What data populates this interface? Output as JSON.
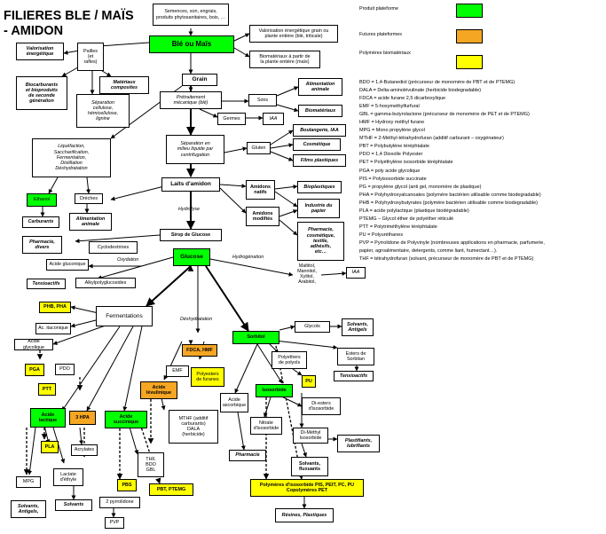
{
  "title": "FILIERES BLE / MAÏS\n- AMIDON",
  "legend": [
    {
      "label": "Produit plateforme",
      "color": "#00ff00"
    },
    {
      "label": "Futures plateformes",
      "color": "#f5a623"
    },
    {
      "label": "Polymères biomatériaux",
      "color": "#ffff00"
    }
  ],
  "abbreviations": [
    "BDO = 1,4-Butanediol (précurseur de monomère de PBT et de PTEMG)",
    "DALA = Delta-aminolévulinate (herbicide biodegradable)",
    "FDCA = acide furane 2,5 dicarboxylique",
    "EMF = 5-hoxymethylfurfural",
    "GBL = gamma-butyrolactone (précurseur de monomère de PET et de PTEMG)",
    "HMF = Hydroxy méthyl furane",
    "MPG = Mono propylène glycol",
    "MTHF = 2-Méthyl-tétrahydrofuran (additif carburant – oxygénateur)",
    "PBT = Polybutylène téréphtalate",
    "PDO = 1,4 Dioxolle Polyester",
    "PET = Polyéthylène isosorbide téréphtalate",
    "PGA = poly acide glycolique",
    "PIS = Polyisosorbide succinate",
    "PG = propylène glycol (anti gel, monomère de plastique)",
    "PHA = Polyhydroxyalcanoates (polymère bactérien utilisable comme biodegradable)",
    "PHB = Polyhydroxybutyrates (polymère bactérien utilisable comme biodegradable)",
    "PLA = acide polylactique (plastique biodégradable)",
    "PTEMG – Glycol éther de polyéther réticulé",
    "PTT = Polytriméthylène téréphtalate",
    "PU = Polyuréthanes",
    "PVP = Pyrrolidone de Polyvinyle (nombreuses applications en pharmacie, parfumerie,",
    "papier, agroalimentaire, detergents, comme liant, humectant…).",
    "THF = tétrahydrofuran (solvant, précurseur de monomère de PBT et de PTEMG)"
  ],
  "nodes": {
    "n1": "Semences, son, engrais,\nproduits phytosanitaires, bois, …",
    "n2": "Blé ou Maïs",
    "n3": "Valorisation énergétique grain ou\nplante entière (blé, triticale)",
    "n4": "Biomatériaux à partir de\nla plante entière (maïs)",
    "n5": "Valorisation\nénergétique",
    "n6": "Pailles\n(et\nrafles)",
    "n7": "Biocarburants\net bioproduits\nde seconde\ngénération",
    "n8": "Matériaux\ncomposites",
    "n9": "Séparation\ncellulose,\nhémicellulose,\nlignine",
    "n10": "Grain",
    "n11": "Prétraitement\nmécanique (blé)",
    "n12": "Sons",
    "n13": "Alimentation\nanimale",
    "n14": "Biomatériaux",
    "n15": "Germes",
    "n16": "IAA",
    "n17": "Séparation en\nmilieu liquide par\ncentrifugation",
    "n18": "Gluten",
    "n19": "Boulangerie, IAA",
    "n20": "Cosmétique",
    "n21": "Films plastiques",
    "n22": "Liquéfaction,\nSaccharification,\nFermentation,\nDistillation\nDéshydratation",
    "n23": "Laits d'amidon",
    "n24": "Amidons\nnatifs",
    "n25": "Amidons\nmodifiés",
    "n26": "Bioplastiques",
    "n27": "Industrie du\npapier",
    "n28": "Pharmacie,\ncosmétique,\ntextile,\nadhésifs,\netc…",
    "n29": "Ethanol",
    "n30": "Drèches",
    "n31": "Carburants",
    "n32": "Alimentation\nanimale",
    "n33": "Hydrolyse",
    "n34": "Pharmacie,\ndivers",
    "n35": "Sirop de Glucose",
    "n36": "Cyclodextrines",
    "n37": "Oxydation",
    "n38": "Acide gluconique",
    "n39": "Glucose",
    "n40": "Tensioactifs",
    "n41": "Alkylpolyglucosides",
    "n42": "Hydrogénation",
    "n43": "Maltitol,\nMannitol, Xylitol,\nArabitol,",
    "n44": "IAA",
    "n45": "PHB, PHA",
    "n46": "Fermentations",
    "n47": "Ac. itaconique",
    "n48": "Acide glycolique",
    "n49": "Déshydratation",
    "n50": "Glycols",
    "n51": "Solvants,\nAntigels",
    "n52": "Sorbitol",
    "n53": "FDCA, HMF",
    "n54": "PGA",
    "n55": "PDO",
    "n56": "EMF",
    "n57": "Polyesters\nde furanes",
    "n58": "Polyethers\nde polyols",
    "n59": "Esters de\nSorbitan",
    "n60": "PTT",
    "n61": "Acide\nlévulinique",
    "n62": "PU",
    "n63": "Tensioactifs",
    "n64": "Isosorbide",
    "n65": "Acide\nascorbique",
    "n66": "Di-esters\nd'isosorbide",
    "n67": "Acide\nlactique",
    "n68": "3 HPA",
    "n69": "Acide\nsuccinique",
    "n70": "MTHF (additif\ncarburants)\nDALA\n(herbicide)",
    "n71": "Nitrate\nd'isosorbide",
    "n72": "Di-Méthyl\nIsosorbide",
    "n73": "Plastifiants,\nlubrifiants",
    "n74": "PLA",
    "n75": "Acrylates",
    "n76": "THF,\nBDO\nGBL",
    "n77": "Pharmacie",
    "n78": "Solvants,\nfluxuants",
    "n79": "MPG",
    "n80": "Lactate\nd'éthyle",
    "n81": "PBS",
    "n82": "PBT, PTEMG",
    "n83": "Polymères d'isosorbide PIS, PEIT, PC, PU\nCopolymères PET",
    "n84": "Solvants,\nAntigels,",
    "n85": "Solvants",
    "n86": "2 pyrrolidone",
    "n87": "Résines, Plastiques",
    "n88": "PVP"
  }
}
